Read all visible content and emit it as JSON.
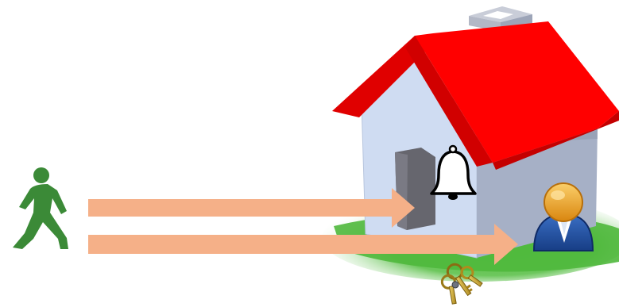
{
  "scene": {
    "icons": {
      "visitor": "walking-person-icon",
      "house": "house-icon",
      "doorbell": "bell-icon",
      "resident": "user-avatar-icon",
      "keys": "keys-icon"
    },
    "arrows": [
      {
        "from": "visitor",
        "to": "doorbell"
      },
      {
        "from": "visitor",
        "to": "resident"
      }
    ],
    "colors": {
      "arrow": "#f5b088",
      "person": "#3b8a37",
      "roof": "#ff0000",
      "house_wall": "#cfdcf2",
      "house_side": "#a6b0c6",
      "door": "#66666e",
      "grass": "#4fb83c",
      "avatar_head": "#f0a022",
      "avatar_body": "#1f4fa0",
      "keys": "#c7a42c"
    }
  }
}
